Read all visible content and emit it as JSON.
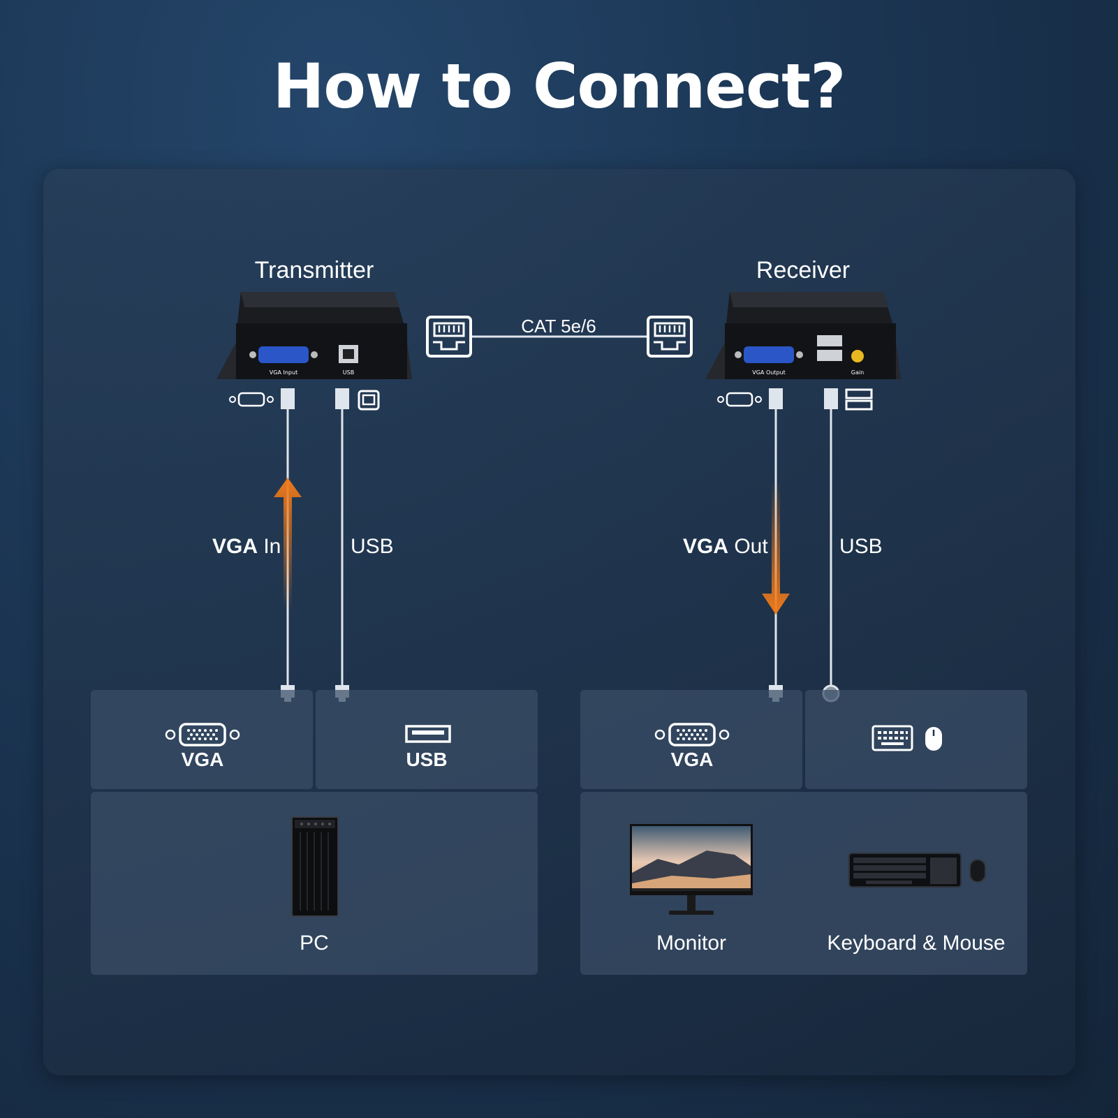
{
  "title": "How to Connect?",
  "devices": {
    "transmitter": {
      "title": "Transmitter",
      "port_labels": [
        "VGA Input",
        "USB"
      ]
    },
    "receiver": {
      "title": "Receiver",
      "port_labels": [
        "VGA Output",
        "Gain"
      ]
    }
  },
  "cable": {
    "label": "CAT 5e/6"
  },
  "links": {
    "vga_in": {
      "bold": "VGA",
      "rest": " In"
    },
    "usb_tx": "USB",
    "vga_out": {
      "bold": "VGA",
      "rest": " Out"
    },
    "usb_rx": "USB"
  },
  "left_group": {
    "port_vga": "VGA",
    "port_usb": "USB",
    "device": "PC"
  },
  "right_group": {
    "port_vga": "VGA",
    "monitor": "Monitor",
    "keyboard_mouse": "Keyboard & Mouse"
  },
  "colors": {
    "arrow": "#f07a1a",
    "line": "#dfe5ec",
    "vga_port": "#2a56c8"
  },
  "icons": [
    "vga-port-icon",
    "usb-a-icon",
    "usb-b-icon",
    "rj45-icon",
    "keyboard-icon",
    "mouse-icon",
    "pc-tower-icon",
    "monitor-icon"
  ]
}
